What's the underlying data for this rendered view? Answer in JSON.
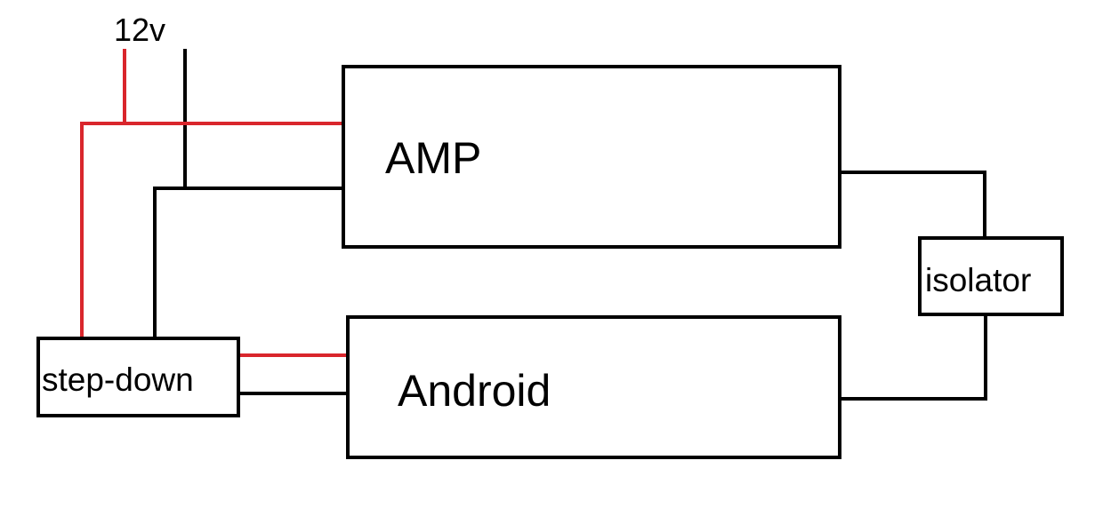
{
  "diagram": {
    "supply_label": "12v",
    "blocks": {
      "amp": "AMP",
      "android": "Android",
      "isolator": "isolator",
      "step_down": "step-down"
    },
    "colors": {
      "positive_wire": "#d9262c",
      "ground_wire": "#000000",
      "box_stroke": "#000000",
      "background": "#ffffff"
    }
  }
}
